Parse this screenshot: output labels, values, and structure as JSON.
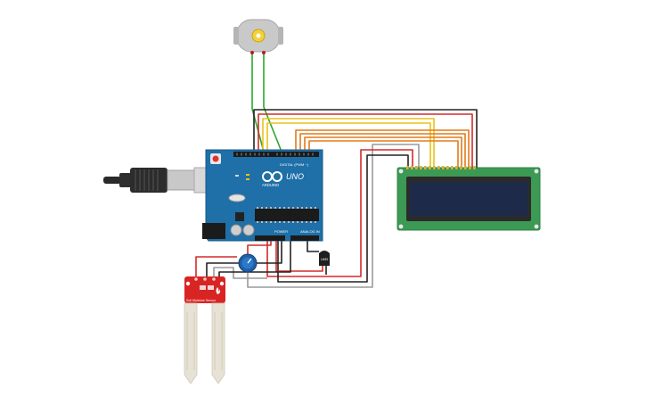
{
  "arduino": {
    "brand": "ARDUINO",
    "model": "UNO",
    "header_digital": "DIGITAL (PWM ~)",
    "header_power": "POWER",
    "header_analog": "ANALOG IN"
  },
  "soil_sensor": {
    "label": "Soil Moisture Sensor"
  },
  "temp_sensor": {
    "label": "LM35"
  },
  "lcd": {
    "rows": 2,
    "cols": 16
  },
  "colors": {
    "wire_red": "#d42a2a",
    "wire_black": "#222222",
    "wire_green": "#2aa82a",
    "wire_yellow": "#e8c21a",
    "wire_orange": "#e07b1a",
    "wire_gray": "#9a9a9a",
    "arduino_board": "#1f6fa8",
    "lcd_board": "#3c9a55",
    "lcd_screen": "#1d2a4a",
    "sensor_board": "#d92424"
  }
}
